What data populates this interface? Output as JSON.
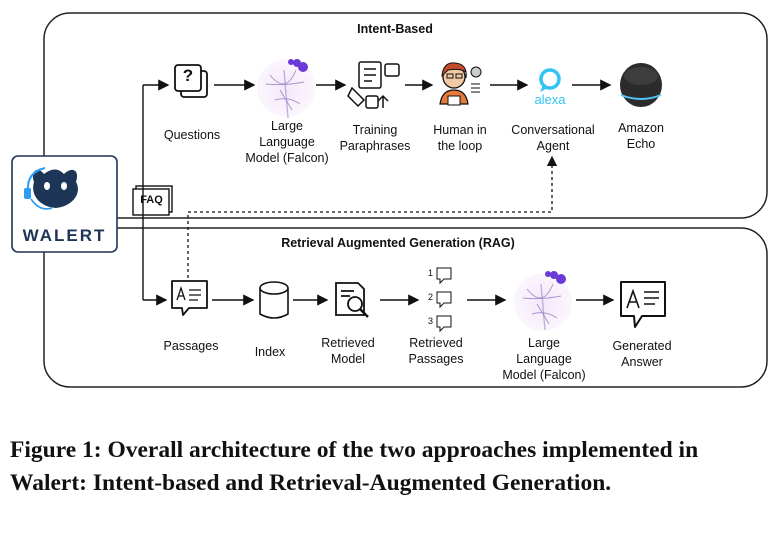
{
  "intent": {
    "title": "Intent-Based",
    "nodes": [
      {
        "id": "questions",
        "label": "Questions",
        "icon": "question-icon"
      },
      {
        "id": "llm",
        "label": "Large\nLanguage\nModel (Falcon)",
        "icon": "falcon-llm-icon"
      },
      {
        "id": "training",
        "label": "Training\nParaphrases",
        "icon": "training-paraphrases-icon"
      },
      {
        "id": "human",
        "label": "Human in\nthe loop",
        "icon": "human-in-loop-icon"
      },
      {
        "id": "agent",
        "label": "Conversational\nAgent",
        "icon": "alexa-logo-icon",
        "logo_text": "alexa"
      },
      {
        "id": "echo",
        "label": "Amazon\nEcho",
        "icon": "amazon-echo-icon"
      }
    ]
  },
  "rag": {
    "title": "Retrieval Augmented Generation (RAG)",
    "nodes": [
      {
        "id": "passages",
        "label": "Passages",
        "icon": "passage-document-icon"
      },
      {
        "id": "index",
        "label": "Index",
        "icon": "database-icon"
      },
      {
        "id": "retrieved_model",
        "label": "Retrieved\nModel",
        "icon": "search-document-icon"
      },
      {
        "id": "retrieved_passages",
        "label": "Retrieved\nPassages",
        "icon": "ranked-passages-icon",
        "ranks": [
          "1",
          "2",
          "3"
        ]
      },
      {
        "id": "llm",
        "label": "Large\nLanguage\nModel (Falcon)",
        "icon": "falcon-llm-icon"
      },
      {
        "id": "answer",
        "label": "Generated\nAnswer",
        "icon": "answer-bubble-icon"
      }
    ]
  },
  "source": {
    "logo_text": "WALERT",
    "faq_text": "FAQ"
  },
  "caption": "Figure 1: Overall architecture of the two approaches implemented in Walert: Intent-based and Retrieval-Augmented Generation."
}
